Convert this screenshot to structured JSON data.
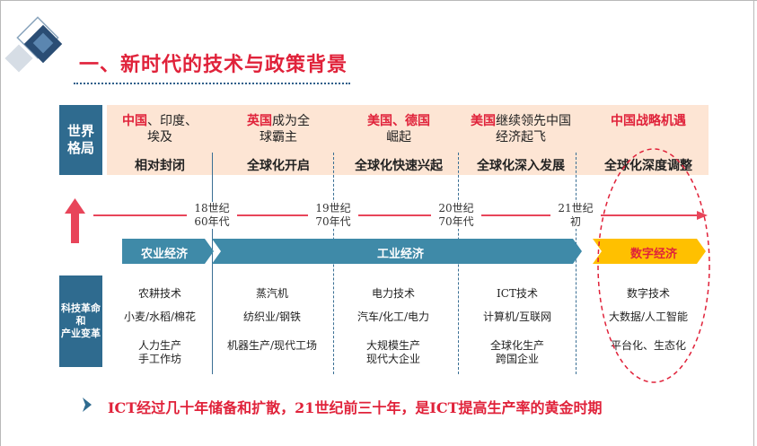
{
  "title": "一、新时代的技术与政策背景",
  "side_labels": {
    "world": "世界\n格局",
    "tech": "科技革命\n和\n产业变革"
  },
  "world_pattern": [
    {
      "parts": [
        [
          "中国",
          true
        ],
        [
          "、印度、",
          false
        ]
      ],
      "line2": "埃及",
      "phase": "相对封闭"
    },
    {
      "parts": [
        [
          "英国",
          true
        ],
        [
          "成为全",
          false
        ]
      ],
      "line2": "球霸主",
      "phase": "全球化开启"
    },
    {
      "parts": [
        [
          "美国、德国",
          true
        ]
      ],
      "line2": "崛起",
      "phase": "全球化快速兴起"
    },
    {
      "parts": [
        [
          "美国",
          true
        ],
        [
          "继续领先中国",
          false
        ]
      ],
      "line2": "经济起飞",
      "phase": "全球化深入发展"
    },
    {
      "parts": [
        [
          "中国战略机遇",
          true
        ]
      ],
      "line2": "",
      "phase": "全球化深度调整"
    }
  ],
  "world_line1": [
    "中国、印度、",
    "英国成为全",
    "美国、德国",
    "美国继续领先中国",
    "中国战略机遇"
  ],
  "ticks": [
    {
      "line1": "18世纪",
      "line2": "60年代"
    },
    {
      "line1": "19世纪",
      "line2": "70年代"
    },
    {
      "line1": "20世纪",
      "line2": "70年代"
    },
    {
      "line1": "21世纪",
      "line2": "初"
    }
  ],
  "eras": {
    "agriculture": "农业经济",
    "industry": "工业经济",
    "digital": "数字经济"
  },
  "tech_columns": [
    {
      "items": [
        "农耕技术",
        "小麦/水稻/棉花",
        "人力生产\n手工作坊"
      ]
    },
    {
      "items": [
        "蒸汽机",
        "纺织业/钢铁",
        "机器生产/现代工场"
      ]
    },
    {
      "items": [
        "电力技术",
        "汽车/化工/电力",
        "大规模生产\n现代大企业"
      ]
    },
    {
      "items": [
        "ICT技术",
        "计算机/互联网",
        "全球化生产\n跨国企业"
      ]
    },
    {
      "items": [
        "数字技术",
        "大数据/人工智能",
        "平台化、生态化"
      ]
    }
  ],
  "bottom_text": "ICT经过几十年储备和扩散，21世纪前三十年，是ICT提高生产率的黄金时期",
  "colors": {
    "accent_red": "#e0223a",
    "band_blue": "#2f6b8f",
    "arrow_teal": "#3f8aa8",
    "digital_yellow": "#ffc000",
    "band_peach": "#fde5d4"
  }
}
